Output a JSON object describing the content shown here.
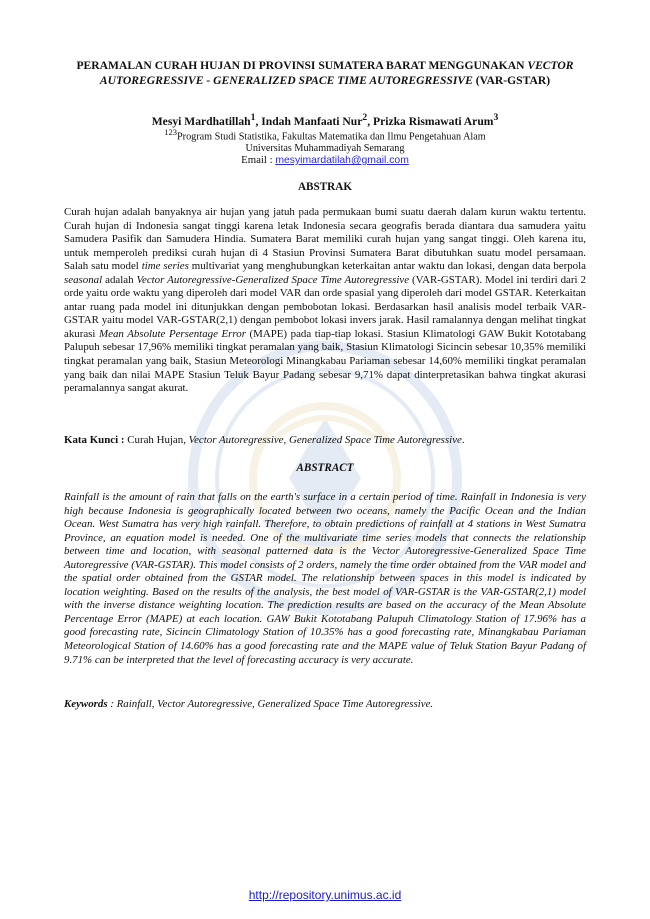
{
  "paper": {
    "title_pre": "PERAMALAN CURAH HUJAN DI PROVINSI SUMATERA BARAT MENGGUNAKAN ",
    "title_em": "VECTOR AUTOREGRESSIVE - GENERALIZED SPACE TIME AUTOREGRESSIVE",
    "title_post": " (VAR-GSTAR)",
    "authors": [
      {
        "name": "Mesyi Mardhatillah",
        "sup": "1"
      },
      {
        "name": "Indah Manfaati Nur",
        "sup": "2"
      },
      {
        "name": "Prizka Rismawati Arum",
        "sup": "3"
      }
    ],
    "affiliation_sup": "123",
    "affiliation_line1": "Program Studi Statistika, Fakultas Matematika dan Ilmu Pengetahuan Alam",
    "affiliation_line2": "Universitas Muhammadiyah Semarang",
    "email_label": "Email : ",
    "email": "mesyimardatilah@gmail.com"
  },
  "abstrak": {
    "heading": "ABSTRAK",
    "p1": "Curah hujan adalah banyaknya air hujan yang jatuh pada permukaan bumi suatu daerah dalam kurun waktu tertentu. Curah hujan di Indonesia sangat tinggi karena letak Indonesia secara geografis berada diantara dua samudera yaitu Samudera Pasifik dan Samudera Hindia. Sumatera Barat memiliki curah hujan yang sangat tinggi. Oleh karena itu, untuk memperoleh prediksi curah hujan di 4 Stasiun Provinsi Sumatera Barat dibutuhkan suatu model persamaan. Salah satu model ",
    "em1": "time series",
    "p2": " multivariat yang menghubungkan keterkaitan antar waktu dan lokasi, dengan data berpola ",
    "em2": "seasonal",
    "p3": " adalah ",
    "em3": "Vector Autoregressive-Generalized Space Time Autoregressive",
    "p4": " (VAR-GSTAR). Model ini terdiri dari 2 orde yaitu orde waktu yang diperoleh dari model VAR dan orde spasial yang diperoleh dari model GSTAR. Keterkaitan antar ruang pada model ini ditunjukkan dengan pembobotan lokasi. Berdasarkan hasil analisis model terbaik VAR-GSTAR yaitu model VAR-GSTAR(2,1) dengan pembobot lokasi invers jarak. Hasil ramalannya dengan melihat tingkat akurasi ",
    "em4": "Mean Absolute Persentage Error",
    "p5": " (MAPE) pada tiap-tiap lokasi. Stasiun Klimatologi GAW Bukit Kototabang Palupuh sebesar 17,96% memiliki tingkat peramalan yang baik, Stasiun Klimatologi Sicincin sebesar 10,35% memiliki tingkat peramalan yang baik, Stasiun Meteorologi Minangkabau Pariaman sebesar 14,60% memiliki tingkat peramalan yang baik dan nilai MAPE Stasiun Teluk Bayur Padang sebesar 9,71% dapat dinterpretasikan bahwa tingkat akurasi peramalannya sangat akurat."
  },
  "kata_kunci": {
    "label": "Kata Kunci :",
    "text1": " Curah Hujan, ",
    "em": "Vector Autoregressive, Generalized Space Time Autoregressive",
    "text2": "."
  },
  "abstract": {
    "heading": "ABSTRACT",
    "text": "Rainfall is the amount of rain that falls on the earth's surface in a certain period of time. Rainfall in Indonesia is very high because Indonesia is geographically located between two oceans, namely the Pacific Ocean and the Indian Ocean. West Sumatra has very high rainfall. Therefore, to obtain predictions of rainfall at 4 stations in West Sumatra Province, an equation model is needed. One of the multivariate time series models that connects the relationship between time and location, with seasonal patterned data is the Vector Autoregressive-Generalized Space Time Autoregressive (VAR-GSTAR). This model consists of 2 orders, namely the time order obtained from the VAR model and the spatial order obtained from the GSTAR model. The relationship between spaces in this model is indicated by location weighting. Based on the results of the analysis, the best model of VAR-GSTAR is the VAR-GSTAR(2,1) model with the inverse distance weighting location. The prediction results are based on the accuracy of the Mean Absolute Percentage Error (MAPE) at each location. GAW Bukit Kototabang Palupuh Climatology Station of 17.96% has a good forecasting rate, Sicincin Climatology Station of 10.35% has a good forecasting rate, Minangkabau Pariaman Meteorological Station of 14.60% has a good forecasting rate and the MAPE value of Teluk Station Bayur Padang of 9.71% can be interpreted that the level of forecasting accuracy is very accurate."
  },
  "keywords": {
    "label": "Keywords",
    "text": " : Rainfall, Vector Autoregressive, Generalized Space Time Autoregressive."
  },
  "footer": {
    "url": "http://repository.unimus.ac.id"
  },
  "colors": {
    "link": "#2a2ae0",
    "watermark": "#3a6fb0"
  }
}
